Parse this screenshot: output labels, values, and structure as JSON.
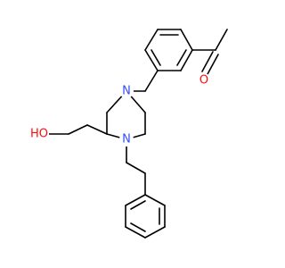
{
  "molecule": {
    "atom_labels": {
      "ring_nitrogen_top": "N",
      "ring_nitrogen_bottom": "N",
      "carbonyl_oxygen": "O",
      "hydroxyl": "HO"
    },
    "colors": {
      "bond": "#000000",
      "nitrogen": "#3050F8",
      "oxygen": "#FF0D0D",
      "background": "#ffffff"
    }
  }
}
